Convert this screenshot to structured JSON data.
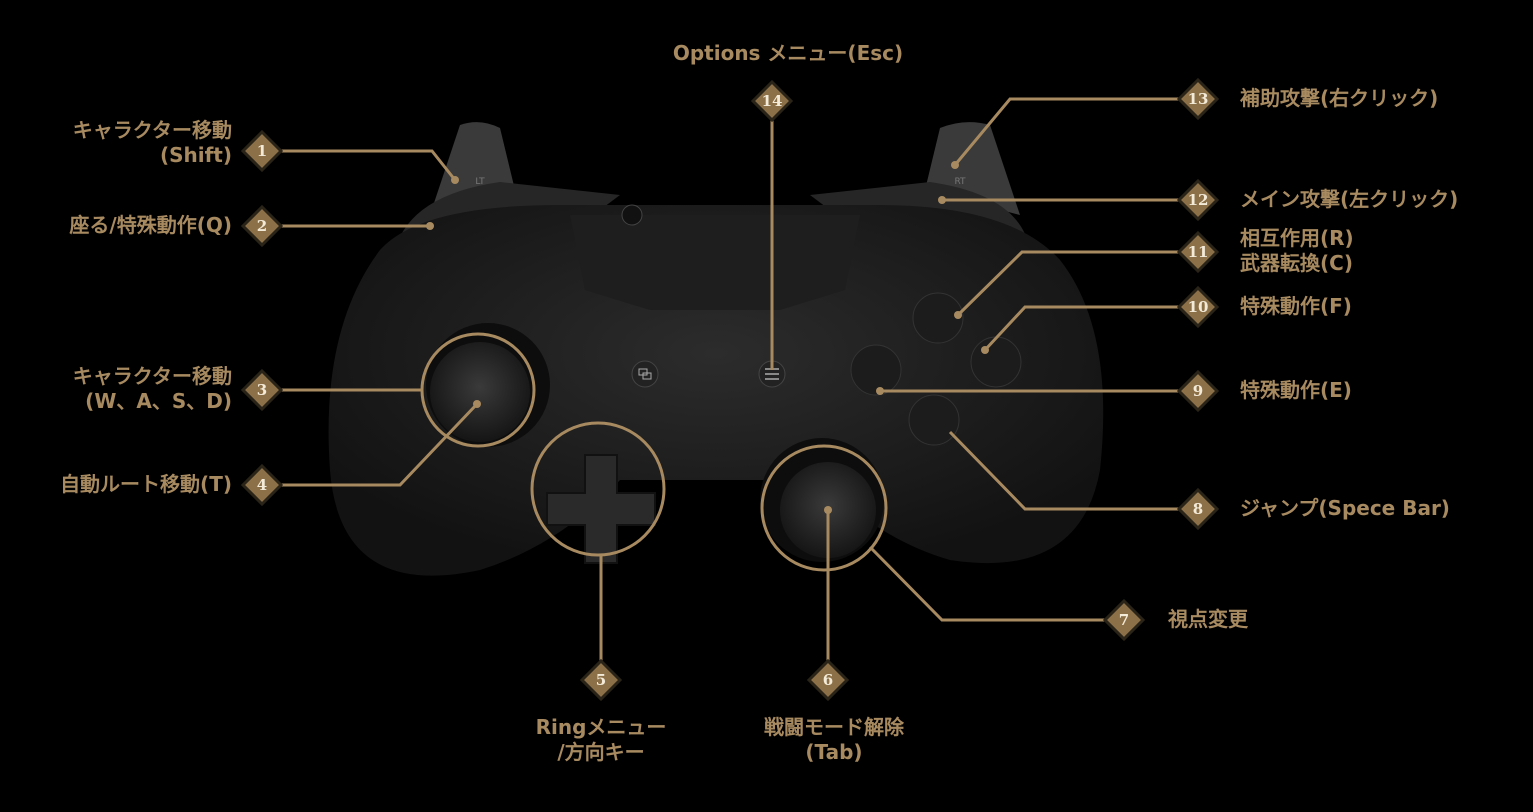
{
  "colors": {
    "accent": "#a88a60",
    "marker_fill": "#8c7048",
    "background": "#000000"
  },
  "callouts": [
    {
      "num": "1",
      "lines": [
        "キャラクター移動",
        "(Shift)"
      ]
    },
    {
      "num": "2",
      "lines": [
        "座る/特殊動作(Q)"
      ]
    },
    {
      "num": "3",
      "lines": [
        "キャラクター移動",
        "(W、A、S、D)"
      ]
    },
    {
      "num": "4",
      "lines": [
        "自動ルート移動(T)"
      ]
    },
    {
      "num": "5",
      "lines": [
        "Ringメニュー",
        "/方向キー"
      ]
    },
    {
      "num": "6",
      "lines": [
        "戦闘モード解除",
        "(Tab)"
      ]
    },
    {
      "num": "7",
      "lines": [
        "視点変更"
      ]
    },
    {
      "num": "8",
      "lines": [
        "ジャンプ(Spece Bar)"
      ]
    },
    {
      "num": "9",
      "lines": [
        "特殊動作(E)"
      ]
    },
    {
      "num": "10",
      "lines": [
        "特殊動作(F)"
      ]
    },
    {
      "num": "11",
      "lines": [
        "相互作用(R)",
        "武器転換(C)"
      ]
    },
    {
      "num": "12",
      "lines": [
        "メイン攻撃(左クリック)"
      ]
    },
    {
      "num": "13",
      "lines": [
        "補助攻撃(右クリック)"
      ]
    },
    {
      "num": "14",
      "lines": [
        "Options メニュー(Esc)"
      ]
    }
  ],
  "controller": {
    "lt_label": "LT",
    "rt_label": "RT"
  }
}
